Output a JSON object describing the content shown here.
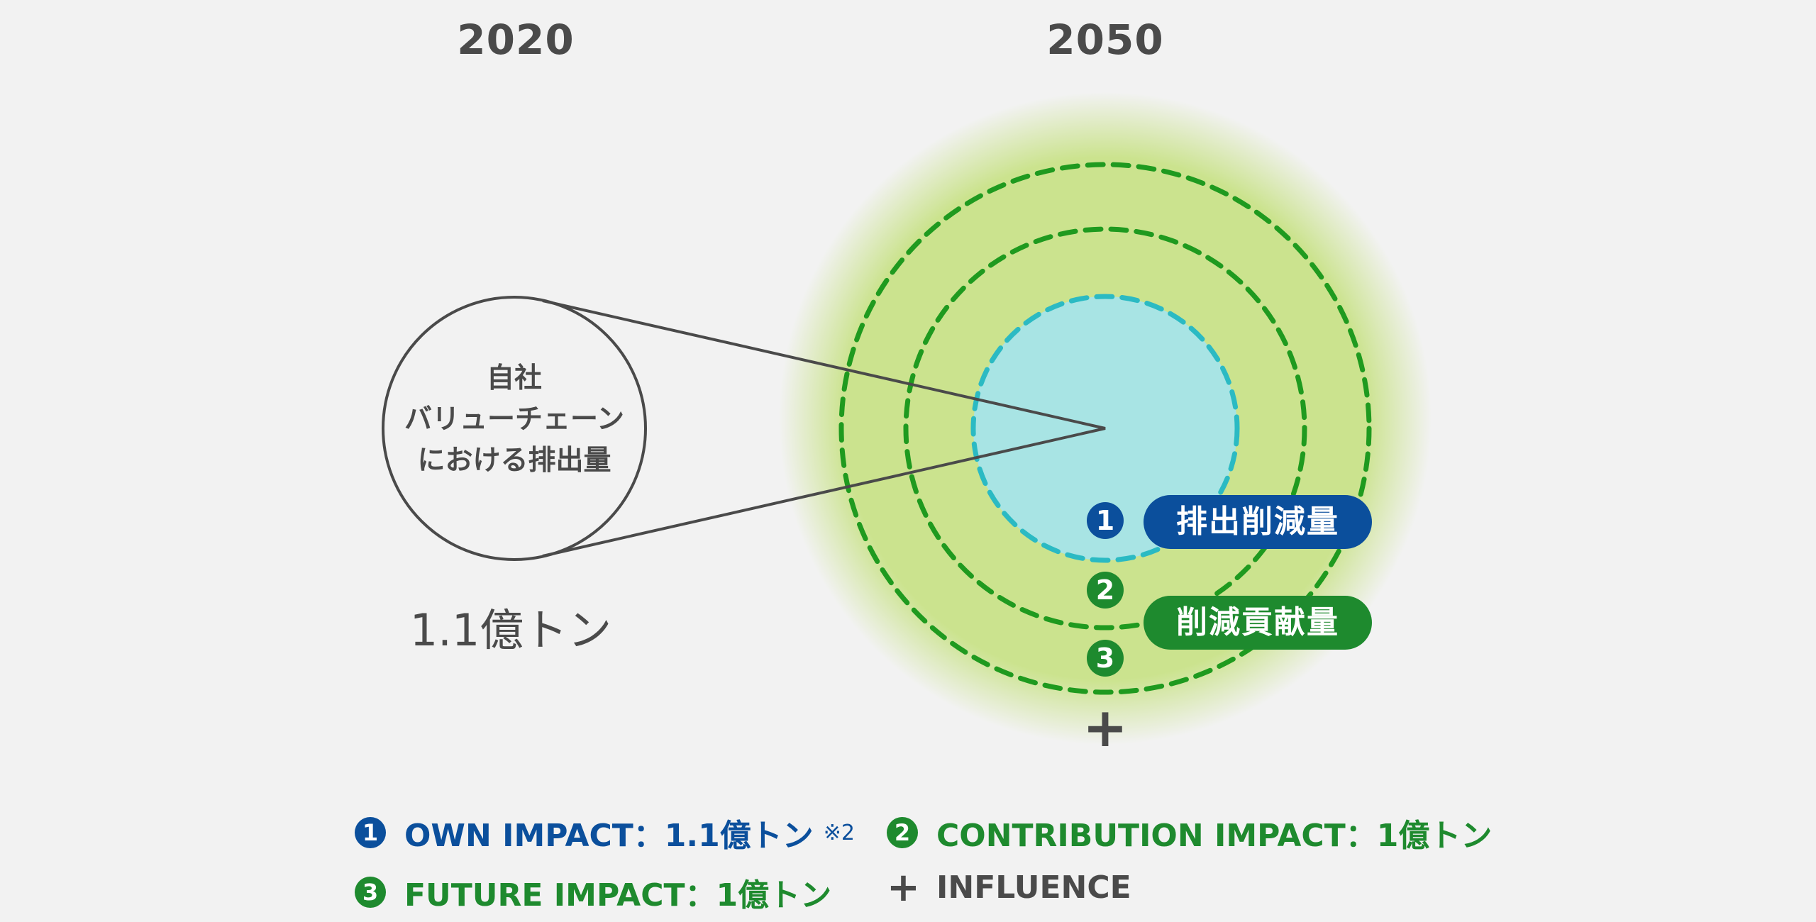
{
  "header": {
    "year_left": "2020",
    "year_right": "2050"
  },
  "left": {
    "circle_lines": [
      "自社",
      "バリューチェーン",
      "における排出量"
    ],
    "amount": "1.1億トン"
  },
  "right": {
    "markers": [
      {
        "num": "1",
        "color": "#0b4f9c"
      },
      {
        "num": "2",
        "color": "#1e8a2e"
      },
      {
        "num": "3",
        "color": "#1e8a2e"
      }
    ],
    "pills": [
      {
        "label": "排出削減量",
        "color": "#0b4f9c"
      },
      {
        "label": "削減貢献量",
        "color": "#1e8a2e"
      }
    ],
    "plus": "+"
  },
  "legend": {
    "own": {
      "num": "1",
      "label": "OWN IMPACT：1.1億トン",
      "note": "※2",
      "color": "#0b4f9c"
    },
    "contribution": {
      "num": "2",
      "label": "CONTRIBUTION IMPACT：1億トン",
      "color": "#1e8a2e"
    },
    "future": {
      "num": "3",
      "label": "FUTURE IMPACT：1億トン",
      "color": "#1e8a2e"
    },
    "influence": {
      "symbol": "+",
      "label": "INFLUENCE",
      "color": "#4a4a4a"
    }
  },
  "colors": {
    "background": "#f2f2f2",
    "glow": "#c9e38a",
    "inner_fill": "#a8e4e4",
    "inner_stroke": "#2bbac3",
    "ring_stroke": "#1f9a1f",
    "text": "#4a4a4a"
  }
}
